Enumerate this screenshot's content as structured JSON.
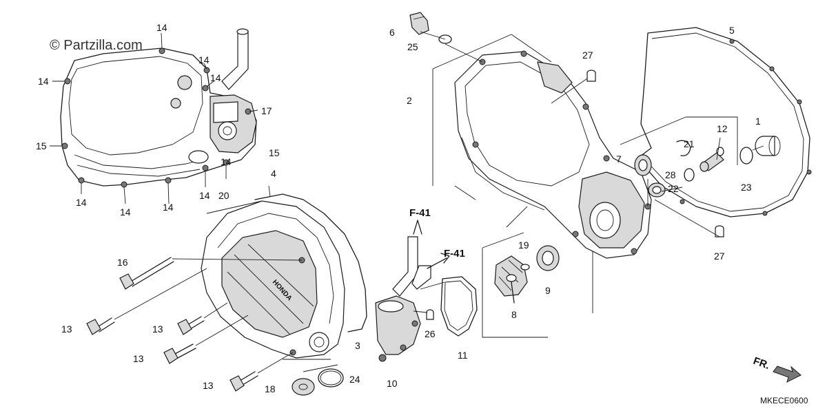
{
  "watermark": "© Partzilla.com",
  "diagram_code": "MKECE0600",
  "direction_label": "FR.",
  "refs": {
    "f41_a": "F-41",
    "f41_b": "F-41"
  },
  "callouts": {
    "c1": "1",
    "c2": "2",
    "c3": "3",
    "c4": "4",
    "c5": "5",
    "c6": "6",
    "c7": "7",
    "c8": "8",
    "c9": "9",
    "c10": "10",
    "c11": "11",
    "c12": "12",
    "c13a": "13",
    "c13b": "13",
    "c13c": "13",
    "c13d": "13",
    "c14a": "14",
    "c14b": "14",
    "c14c": "14",
    "c14d": "14",
    "c14e": "14",
    "c14f": "14",
    "c14g": "14",
    "c14h": "14",
    "c14i": "14",
    "c15a": "15",
    "c15b": "15",
    "c16": "16",
    "c17": "17",
    "c18": "18",
    "c19": "19",
    "c20": "20",
    "c21": "21",
    "c22": "22",
    "c23": "23",
    "c24": "24",
    "c25": "25",
    "c26": "26",
    "c27a": "27",
    "c27b": "27",
    "c28": "28"
  }
}
